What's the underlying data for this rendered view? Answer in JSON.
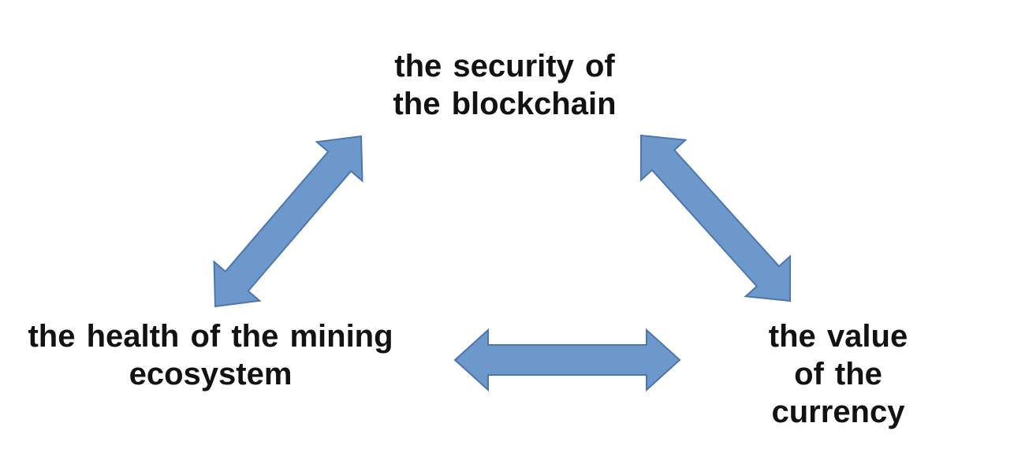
{
  "diagram": {
    "type": "cycle-relationship",
    "nodes": {
      "security": {
        "label": "the security of\nthe blockchain"
      },
      "mining": {
        "label": "the health of the mining\necosystem"
      },
      "value": {
        "label": "the value of the\ncurrency"
      }
    },
    "edges": [
      {
        "id": "security-mining",
        "from": "mining",
        "to": "security",
        "bidirectional": true
      },
      {
        "id": "security-value",
        "from": "security",
        "to": "value",
        "bidirectional": true
      },
      {
        "id": "mining-value",
        "from": "mining",
        "to": "value",
        "bidirectional": true
      }
    ],
    "colors": {
      "arrow_fill": "#6D98CC",
      "arrow_border": "#4E76AC",
      "text": "#121212",
      "background": "#FFFFFF"
    }
  }
}
